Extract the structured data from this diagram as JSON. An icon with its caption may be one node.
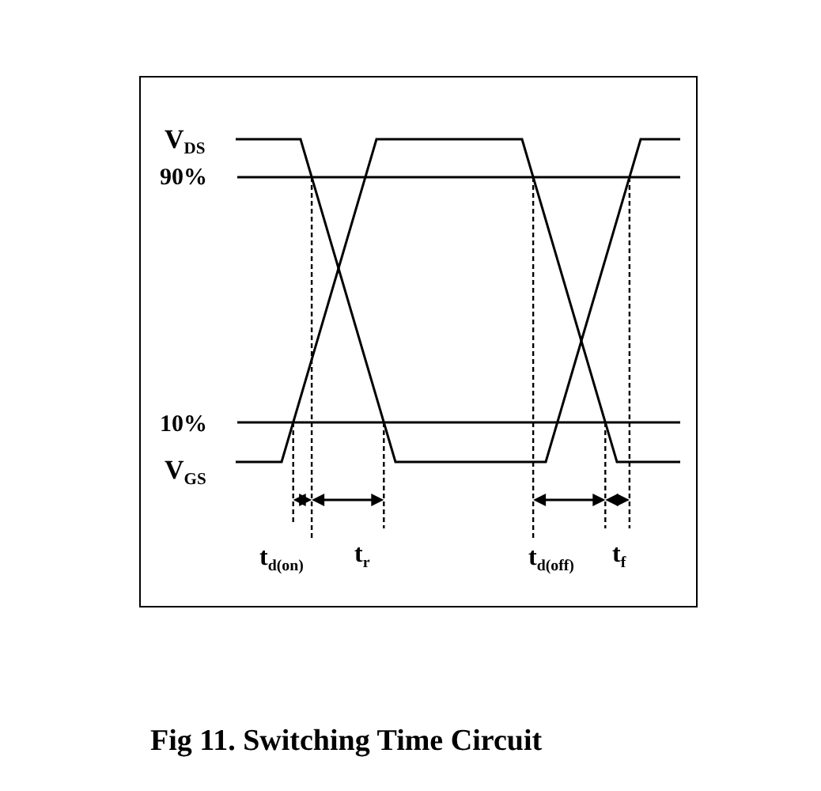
{
  "diagram": {
    "caption": "Fig 11. Switching Time Circuit",
    "labels": [
      "V$_{DS}$",
      "90%",
      "10%",
      "V$_{GS}$",
      "t$_{d(on)}$",
      "t$_{r}$",
      "t$_{d(off)}$",
      "t$_{f}$"
    ]
  }
}
